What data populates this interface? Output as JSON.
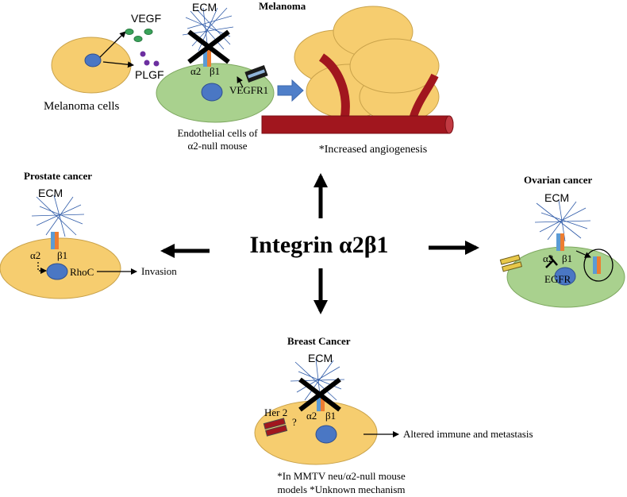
{
  "center": {
    "title": "Integrin α2β1"
  },
  "melanoma": {
    "title": "Melanoma",
    "vegf": "VEGF",
    "plgf": "PLGF",
    "cells_label": "Melanoma cells",
    "ecm": "ECM",
    "alpha": "α2",
    "beta": "β1",
    "vegfr": "VEGFR1",
    "endo_line1": "Endothelial cells of",
    "endo_line2": "α2-null mouse",
    "outcome": "*Increased angiogenesis"
  },
  "prostate": {
    "title": "Prostate cancer",
    "ecm": "ECM",
    "alpha": "α2",
    "beta": "β1",
    "rhoc": "RhoC",
    "outcome": "Invasion"
  },
  "ovarian": {
    "title": "Ovarian cancer",
    "ecm": "ECM",
    "alpha": "α2",
    "beta": "β1",
    "egfr": "EGFR"
  },
  "breast": {
    "title": "Breast Cancer",
    "ecm": "ECM",
    "her2": "Her 2",
    "question": "?",
    "alpha": "α2",
    "beta": "β1",
    "outcome": "Altered immune and metastasis",
    "note_line1": "*In MMTV neu/α2-null mouse",
    "note_line2": "models *Unknown mechanism"
  },
  "colors": {
    "yellow_cell": "#f6cd6f",
    "green_cell": "#a9d18e",
    "nucleus": "#4a77c4",
    "vessel": "#a1161e",
    "alpha_bar": "#5b9bd5",
    "beta_bar": "#ed7d31",
    "ecm_lines": "#2e5aa8"
  }
}
